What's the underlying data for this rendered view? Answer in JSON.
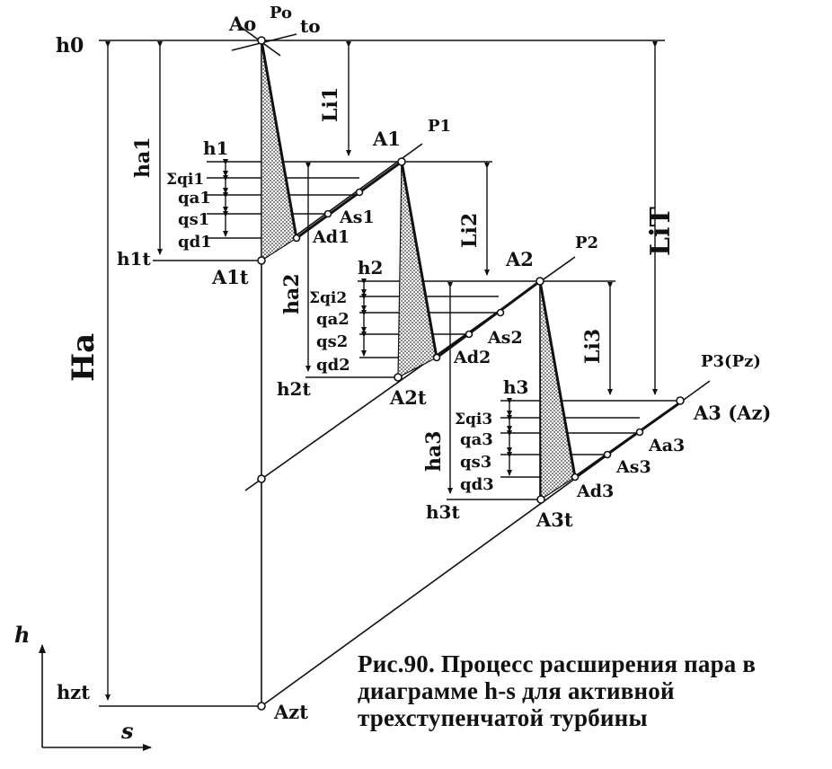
{
  "figure": {
    "caption": [
      "Рис.90. Процесс расширения пара в",
      "диаграмме h-s для активной",
      "трехступенчатой турбины"
    ],
    "axes": {
      "y": "h",
      "x": "s"
    },
    "top": {
      "h0": "h0",
      "A0": "Ao",
      "P0": "Po",
      "t0": "to"
    },
    "left": {
      "Ha": "Ha",
      "hzt": "hzt",
      "Azt": "Azt",
      "ha1": "ha1"
    },
    "right": {
      "LiT": "LiT"
    },
    "stage1": {
      "h1": "h1",
      "h1t": "h1t",
      "A1": "A1",
      "P1": "P1",
      "Li1": "Li1",
      "Li2": "Li2",
      "sum_q": "Σqi1",
      "qa": "qa1",
      "qs": "qs1",
      "qd": "qd1",
      "As": "As1",
      "Ad": "Ad1",
      "At": "A1t"
    },
    "stage2": {
      "h2": "h2",
      "h2t": "h2t",
      "A2": "A2",
      "P2": "P2",
      "Li3": "Li3",
      "ha": "ha2",
      "sum_q": "Σqi2",
      "qa": "qa2",
      "qs": "qs2",
      "qd": "qd2",
      "As": "As2",
      "Ad": "Ad2",
      "At": "A2t"
    },
    "stage3": {
      "h3": "h3",
      "h3t": "h3t",
      "A3": "A3 (Az)",
      "P3": "P3(Pz)",
      "ha": "ha3",
      "sum_q": "Σqi3",
      "qa": "qa3",
      "qs": "qs3",
      "qd": "qd3",
      "Aa": "Aa3",
      "As": "As3",
      "Ad": "Ad3",
      "At": "A3t"
    }
  }
}
